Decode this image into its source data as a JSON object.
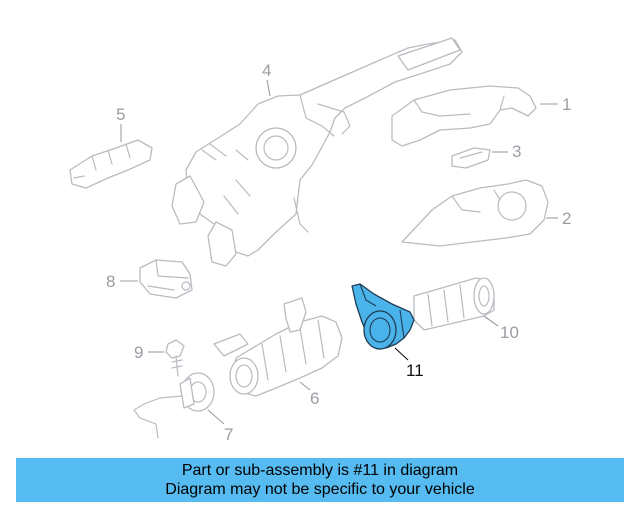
{
  "diagram": {
    "callouts": {
      "c1": "1",
      "c2": "2",
      "c3": "3",
      "c4": "4",
      "c5": "5",
      "c6": "6",
      "c7": "7",
      "c8": "8",
      "c9": "9",
      "c10": "10",
      "c11": "11"
    },
    "highlighted_part": "11",
    "colors": {
      "highlight_fill": "#4ab3ea",
      "banner_background": "#55bbf0",
      "line_art": "#b8bcc1"
    }
  },
  "banner": {
    "line1": "Part or sub-assembly is #11 in diagram",
    "line2": "Diagram may not be specific to your vehicle"
  }
}
